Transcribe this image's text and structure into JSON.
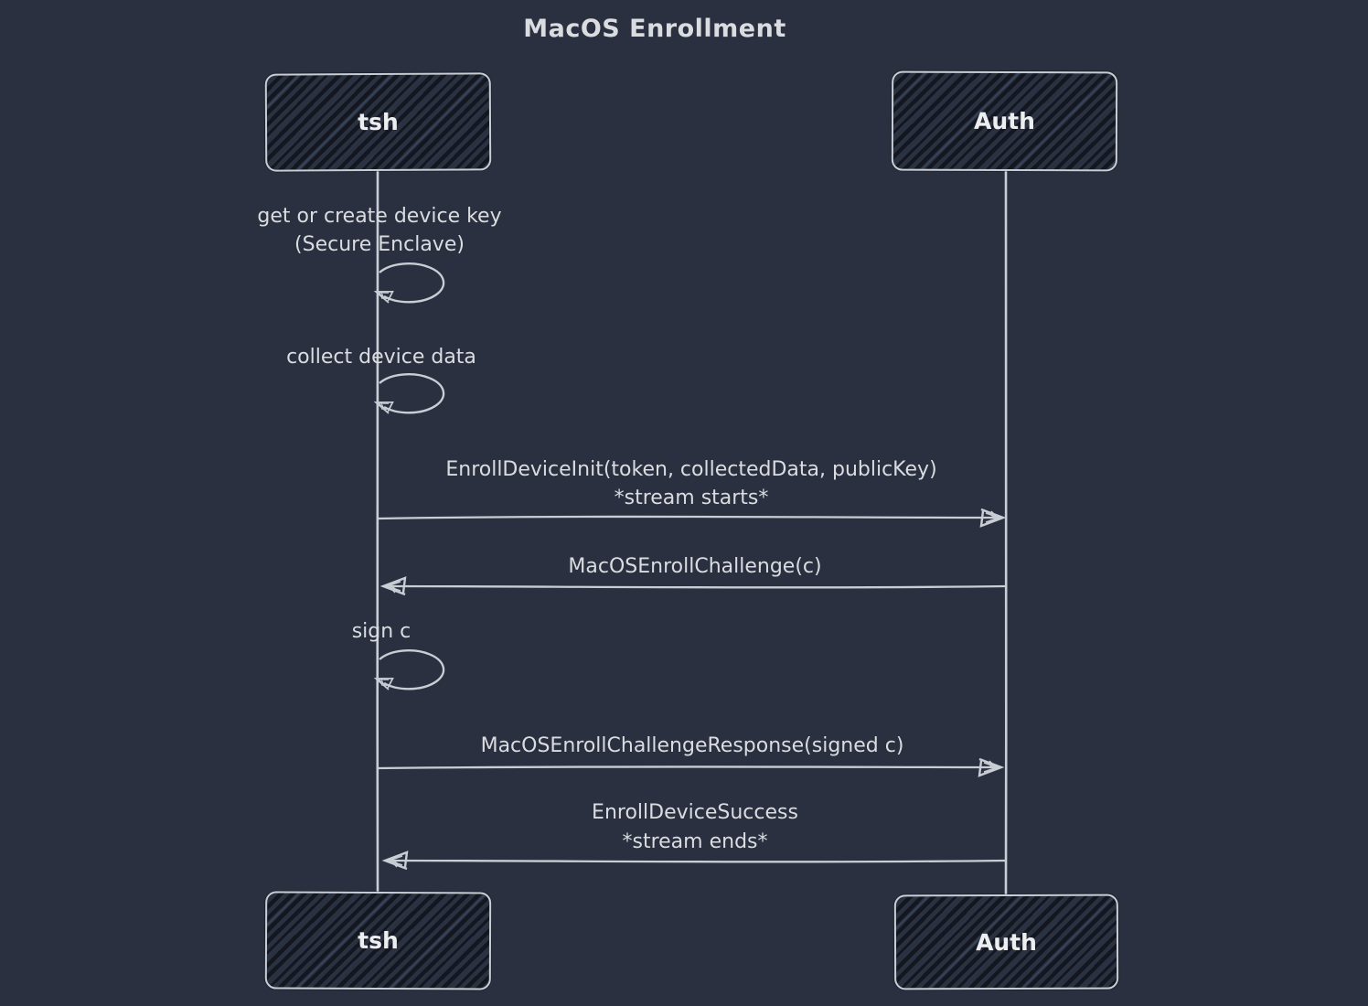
{
  "title": "MacOS Enrollment",
  "actors": {
    "left": "tsh",
    "right": "Auth"
  },
  "self_messages": [
    {
      "actor": "tsh",
      "line1": "get or create device key",
      "line2": "(Secure Enclave)"
    },
    {
      "actor": "tsh",
      "line1": "collect device data",
      "line2": ""
    },
    {
      "actor": "tsh",
      "line1": "sign c",
      "line2": ""
    }
  ],
  "messages": [
    {
      "from": "tsh",
      "to": "Auth",
      "line1": "EnrollDeviceInit(token, collectedData, publicKey)",
      "line2": "*stream starts*"
    },
    {
      "from": "Auth",
      "to": "tsh",
      "line1": "MacOSEnrollChallenge(c)",
      "line2": ""
    },
    {
      "from": "tsh",
      "to": "Auth",
      "line1": "MacOSEnrollChallengeResponse(signed c)",
      "line2": ""
    },
    {
      "from": "Auth",
      "to": "tsh",
      "line1": "EnrollDeviceSuccess",
      "line2": "*stream ends*"
    }
  ],
  "colors": {
    "background": "#2a3040",
    "stroke": "#c9cdd4",
    "text": "#dadce0",
    "box_fill_dark": "#141720",
    "box_fill_light": "#2a3140"
  }
}
